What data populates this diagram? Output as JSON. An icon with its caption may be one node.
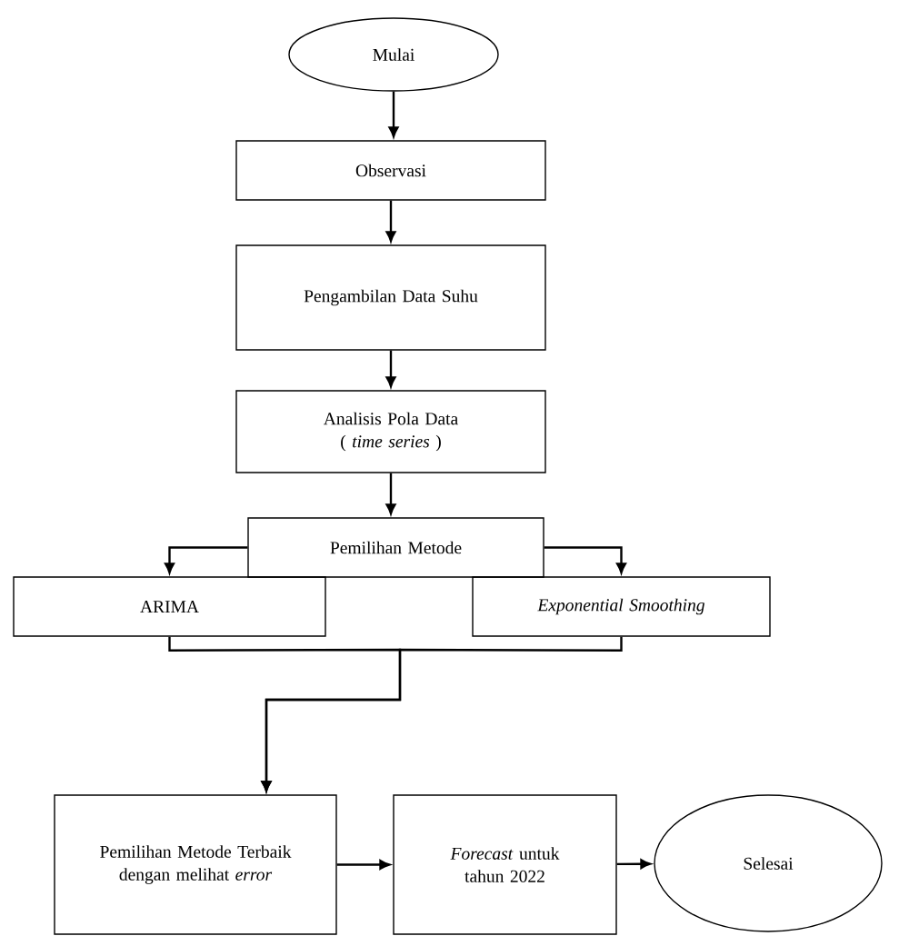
{
  "diagram": {
    "nodes": [
      {
        "text": [
          "Mulai"
        ]
      },
      {
        "text": [
          "Observasi"
        ]
      },
      {
        "text": [
          "Pengambilan Data Suhu"
        ]
      },
      {
        "text": [
          "Analisis Pola Data ( *time series* )"
        ]
      },
      {
        "text": [
          "Pemilihan Metode"
        ]
      },
      {
        "text": [
          "ARIMA"
        ]
      },
      {
        "text": [
          "*Exponential Smoothing*"
        ]
      },
      {
        "text": [
          "Pemilihan Metode Terbaik dengan melihat *error*"
        ]
      },
      {
        "text": [
          "*Forecast* untuk tahun 2022"
        ]
      },
      {
        "text": [
          "Selesai"
        ]
      }
    ],
    "edges": [
      {
        "from": 0,
        "to": 1,
        "arrow": "to"
      },
      {
        "from": 1,
        "to": 2,
        "arrow": "to"
      },
      {
        "from": 2,
        "to": 3,
        "arrow": "to"
      },
      {
        "from": 3,
        "to": 4,
        "arrow": "to"
      },
      {
        "from": 4,
        "to": 5,
        "arrow": "to"
      },
      {
        "from": 4,
        "to": 6,
        "arrow": "to"
      },
      {
        "from": 5,
        "to": 7,
        "arrow": "to"
      },
      {
        "from": 6,
        "to": 7,
        "arrow": "to"
      },
      {
        "from": 7,
        "to": 8,
        "arrow": "to"
      },
      {
        "from": 8,
        "to": 9,
        "arrow": "to"
      }
    ]
  }
}
